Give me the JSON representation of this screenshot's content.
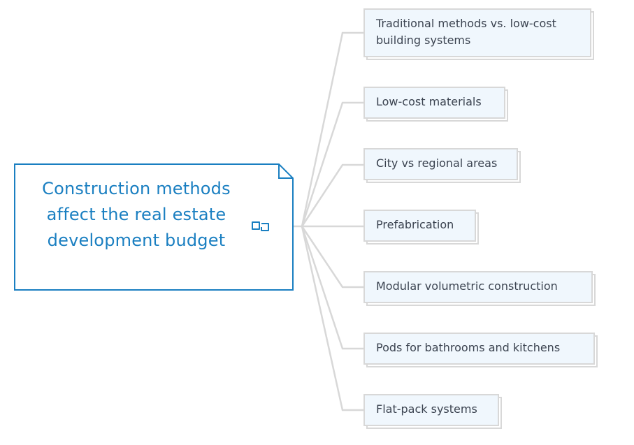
{
  "root": {
    "label": "Construction methods affect the real estate development budget",
    "icon": "linked-topic-icon"
  },
  "branches": [
    {
      "label": "Traditional methods vs. low-cost building systems"
    },
    {
      "label": "Low-cost materials"
    },
    {
      "label": "City vs regional areas"
    },
    {
      "label": "Prefabrication"
    },
    {
      "label": "Modular volumetric construction"
    },
    {
      "label": "Pods for bathrooms and kitchens"
    },
    {
      "label": "Flat-pack systems"
    }
  ],
  "colors": {
    "accent": "#1a7fc1",
    "line": "#d8d8d8",
    "node_bg": "#f0f7fd",
    "text": "#3b4350"
  }
}
